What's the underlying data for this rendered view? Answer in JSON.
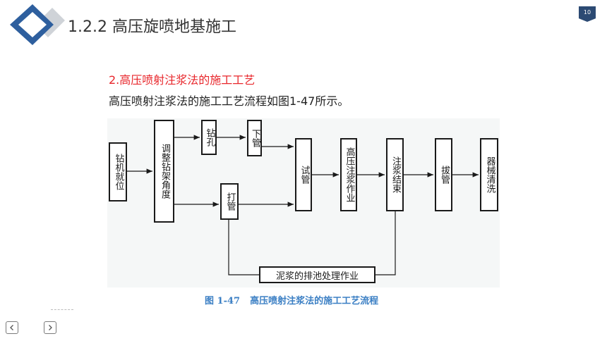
{
  "slide": {
    "title": "1.2.2  高压旋喷地基施工",
    "page_number": "10",
    "section_heading": "2.高压喷射注浆法的施工工艺",
    "section_desc": "高压喷射注浆法的施工工艺流程如图1-47所示。"
  },
  "flowchart": {
    "steps": {
      "s1": "钻机就位",
      "s2": "调整钻架角度",
      "s3": "钻孔",
      "s4": "下管",
      "s5": "打管",
      "s6": "试管",
      "s7": "高压注浆作业",
      "s8": "注浆结束",
      "s9": "拔管",
      "s10": "器械清洗",
      "s11": "泥浆的排池处理作业"
    },
    "caption_number": "图 1-47",
    "caption_text": "高压喷射注浆法的施工工艺流程"
  },
  "colors": {
    "accent_red": "#e8262b",
    "badge_navy": "#2c4a73",
    "caption_blue": "#3b7fc4",
    "logo_blue": "#2e5f9e"
  },
  "icons": {
    "logo": "diamond-logo-icon",
    "prev": "chevron-left-icon",
    "next": "chevron-right-icon"
  }
}
